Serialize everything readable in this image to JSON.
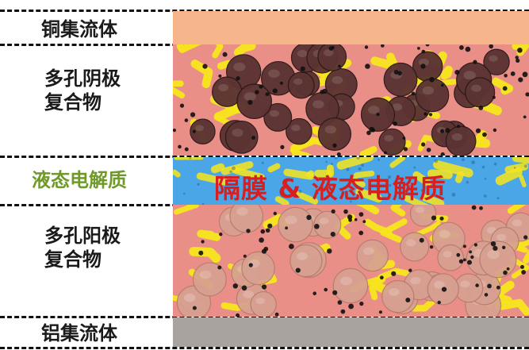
{
  "labels": {
    "copper_collector": "铜集流体",
    "porous_anode": [
      "多孔阴极",
      "复合物"
    ],
    "liquid_electrolyte": "液态电解质",
    "porous_cathode": [
      "多孔阳极",
      "复合物"
    ],
    "aluminum_collector": "铝集流体"
  },
  "overlay": {
    "separator_text": "隔膜 & 液态电解质"
  },
  "colors": {
    "copper": "#f6b48a",
    "anode_bg": "#e98f87",
    "anode_particle": "#5a3332",
    "yellow_binder": "#f7e61c",
    "separator_blue": "#4aa6e6",
    "cathode_bg": "#e98f87",
    "cathode_particle": "#d7a091",
    "aluminum": "#a9a39f",
    "overlay_red": "#d81e1e",
    "electrolyte_label_green": "#6f9a2a"
  }
}
